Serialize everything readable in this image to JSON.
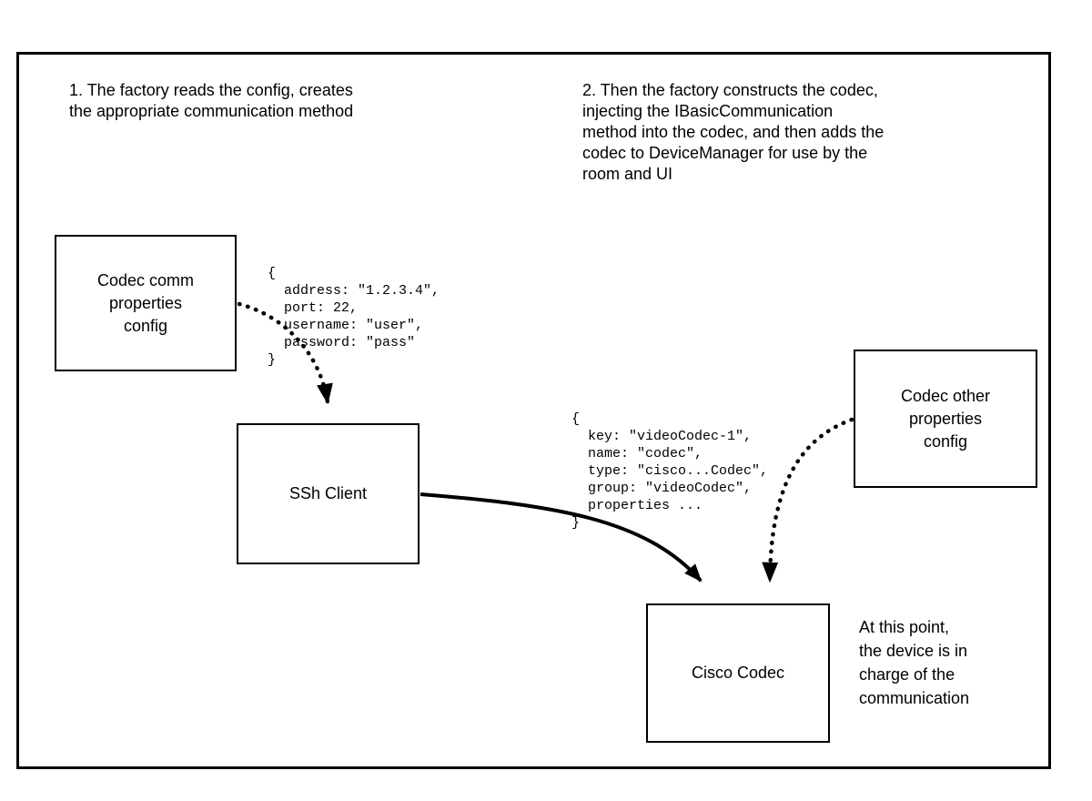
{
  "notes": {
    "step1": "1. The factory reads the config, creates\nthe appropriate communication method",
    "step2": "2. Then the factory constructs the codec,\ninjecting the IBasicCommunication\nmethod into the codec, and then adds the\ncodec to DeviceManager for use by the\nroom and UI",
    "at_this_point": "At this point,\nthe device is in\ncharge of the\ncommunication"
  },
  "boxes": {
    "codec_comm_config": {
      "label": "Codec comm\nproperties\nconfig"
    },
    "ssh_client": {
      "label": "SSh Client"
    },
    "codec_other_config": {
      "label": "Codec other\nproperties\nconfig"
    },
    "cisco_codec": {
      "label": "Cisco Codec"
    }
  },
  "code_snippets": {
    "comm_properties": "{\n  address: \"1.2.3.4\",\n  port: 22,\n  username: \"user\",\n  password: \"pass\"\n}",
    "codec_properties": "{\n  key: \"videoCodec-1\",\n  name: \"codec\",\n  type: \"cisco...Codec\",\n  group: \"videoCodec\",\n  properties ...\n}"
  },
  "colors": {
    "line": "#000000",
    "background": "#ffffff"
  }
}
